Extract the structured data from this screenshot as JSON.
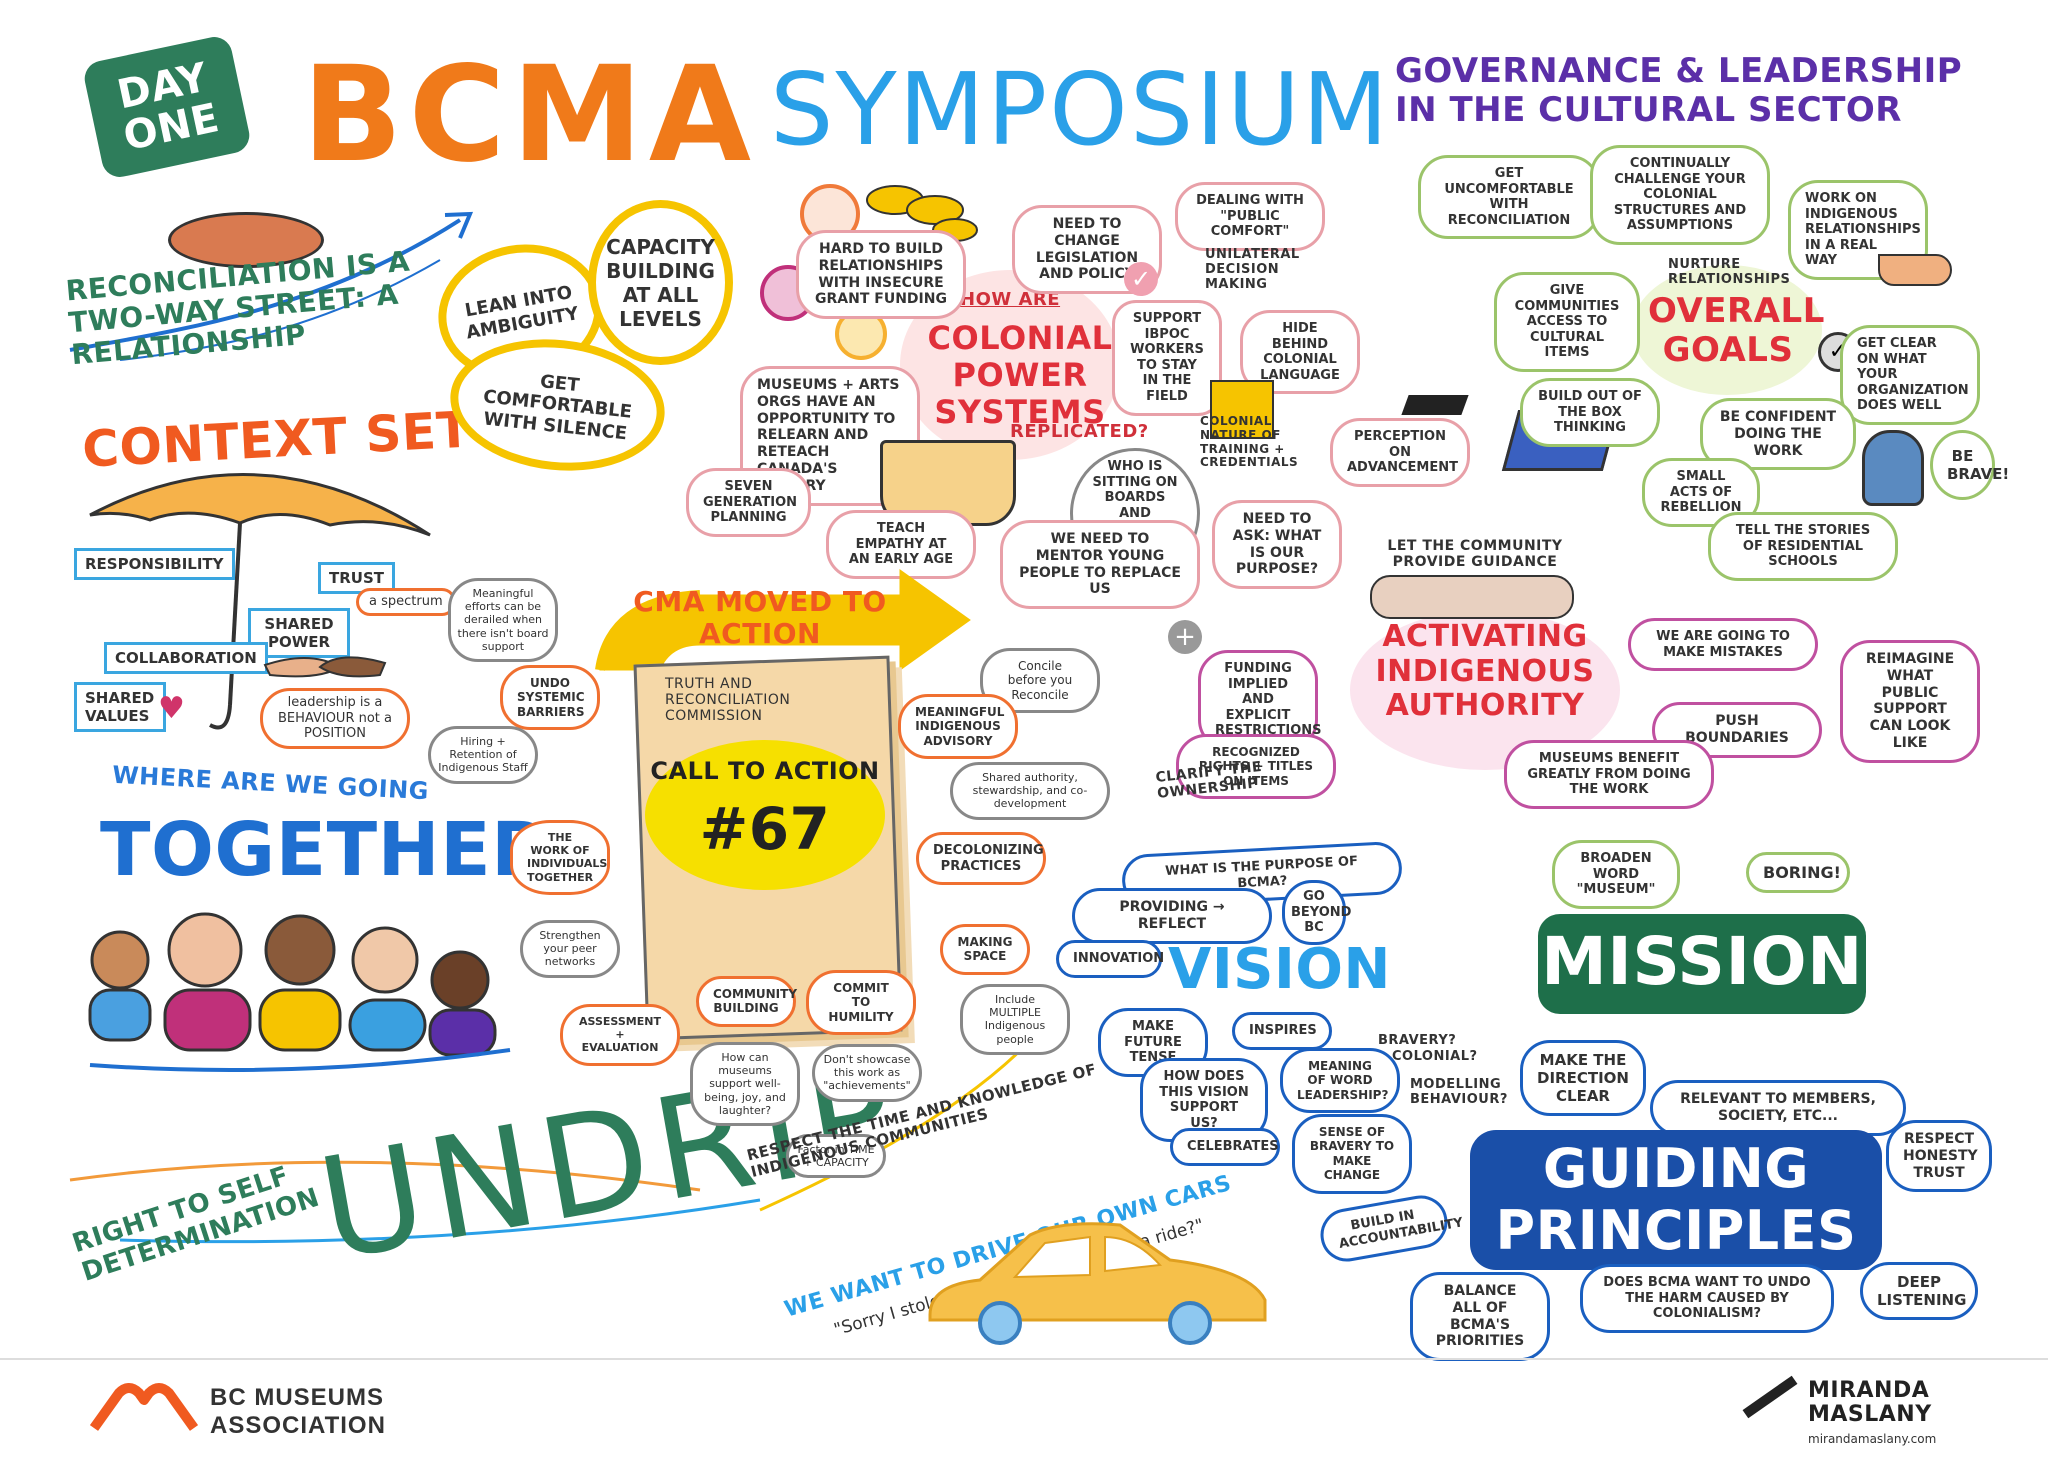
{
  "header": {
    "day_badge": "DAY ONE",
    "title_bcma": "BCMA",
    "title_symposium": "SYMPOSIUM",
    "subtitle": "GOVERNANCE & LEADERSHIP IN THE CULTURAL SECTOR"
  },
  "left": {
    "reconciliation": "RECONCILIATION IS A TWO-WAY STREET: A RELATIONSHIP",
    "context_setting": "CONTEXT SETTING",
    "umbrella_labels": {
      "responsibility": "RESPONSIBILITY",
      "trust": "TRUST",
      "a_spectrum": "a spectrum",
      "shared_power": "SHARED POWER",
      "collaboration": "COLLABORATION",
      "shared_values": "SHARED VALUES",
      "leadership": "leadership is a BEHAVIOUR not a POSITION"
    },
    "where_going": "WHERE ARE WE GOING",
    "together": "TOGETHER?",
    "undrip_side": "RIGHT TO SELF DETERMINATION",
    "undrip": "UNDRIP"
  },
  "yellow_circles": {
    "lean": "LEAN INTO AMBIGUITY",
    "capacity": "CAPACITY BUILDING AT ALL LEVELS",
    "silence": "GET COMFORTABLE WITH SILENCE"
  },
  "colonial": {
    "how_are": "HOW ARE",
    "title": "COLONIAL POWER SYSTEMS",
    "replicated": "REPLICATED?",
    "items": {
      "hard_build": "HARD TO BUILD RELATIONSHIPS WITH INSECURE GRANT FUNDING",
      "legislation": "NEED TO CHANGE LEGISLATION and POLICY",
      "public_comfort": "DEALING WITH \"PUBLIC COMFORT\"",
      "unilateral": "UNILATERAL DECISION MAKING",
      "support_ibpoc": "SUPPORT IBPOC WORKERS TO STAY IN THE FIELD",
      "hide": "HIDE BEHIND COLONIAL LANGUAGE",
      "nature_training": "COLONIAL NATURE OF TRAINING + CREDENTIALS",
      "perception": "PERCEPTION ON ADVANCEMENT",
      "museums_arts": "MUSEUMS + ARTS ORGS HAVE AN OPPORTUNITY TO RELEARN AND RETEACH Canada's HISTORY",
      "seven_gen": "SEVEN GENERATION PLANNING",
      "empathy": "TEACH EMPATHY AT AN EARLY AGE",
      "who_sitting": "WHO IS SITTING ON BOARDS AND HOLDING THIS POWER?",
      "mentor": "WE NEED TO MENTOR YOUNG PEOPLE TO REPLACE US",
      "purpose": "NEED TO ASK: WHAT IS OUR PURPOSE?"
    }
  },
  "goals": {
    "title": "OVERALL GOALS",
    "items": {
      "uncomfortable": "GET UNCOMFORTABLE WITH RECONCILIATION",
      "challenge": "CONTINUALLY CHALLENGE YOUR COLONIAL STRUCTURES AND ASSUMPTIONS",
      "indigenous_rel": "WORK ON INDIGENOUS RELATIONSHIPS IN A REAL WAY",
      "nurture": "NURTURE RELATIONSHIPS",
      "access": "GIVE COMMUNITIES ACCESS TO CULTURAL ITEMS",
      "clear": "GET CLEAR ON WHAT YOUR ORGANIZATION DOES WELL",
      "box": "BUILD OUT OF THE BOX THINKING",
      "confident": "BE CONFIDENT DOING THE WORK",
      "brave": "BE BRAVE!",
      "rebellion": "SMALL ACTS OF REBELLION",
      "stories": "TELL THE STORIES OF RESIDENTIAL SCHOOLS"
    }
  },
  "call_to_action": {
    "arrow_text": "CMA MOVED TO ACTION",
    "trc": "TRUTH AND RECONCILIATION COMMISSION",
    "title": "CALL TO ACTION",
    "number": "#67",
    "items": {
      "meaningful_efforts": "Meaningful efforts can be derailed when there isn't board support",
      "undo": "UNDO SYSTEMIC BARRIERS",
      "hiring": "Hiring + Retention of Indigenous Staff",
      "concile": "Concile before you Reconcile",
      "advisory": "MEANINGFUL INDIGENOUS ADVISORY",
      "shared_authority": "Shared authority, stewardship, and co-development",
      "work_individuals": "THE WORK OF INDIVIDUALS TOGETHER",
      "decolonizing": "DECOLONIZING PRACTICES",
      "peer": "Strengthen your peer networks",
      "making_space": "MAKING SPACE",
      "multiple": "Include MULTIPLE Indigenous people",
      "assessment": "ASSESSMENT + EVALUATION",
      "community_building": "COMMUNITY BUILDING",
      "humility": "COMMIT TO HUMILITY",
      "museums_support": "How can museums support well-being, joy, and laughter?",
      "showcase": "Don't showcase this work as \"achievements\"",
      "factor": "Factor in TIME + CAPACITY"
    }
  },
  "indigenous_authority": {
    "title": "ACTIVATING INDIGENOUS AUTHORITY",
    "items": {
      "let_community": "LET THE COMMUNITY PROVIDE GUIDANCE",
      "funding": "FUNDING IMPLIED AND EXPLICIT RESTRICTIONS",
      "mistakes": "WE ARE GOING TO MAKE MISTAKES",
      "reimagine": "REIMAGINE WHAT PUBLIC SUPPORT CAN LOOK LIKE",
      "push": "PUSH BOUNDARIES",
      "rights": "RECOGNIZED RIGHTS + TITLES ON ITEMS",
      "benefit": "MUSEUMS BENEFIT GREATLY FROM DOING THE WORK",
      "ownership": "CLARIFY THE OWNERSHIP"
    }
  },
  "vision": {
    "title": "VISION",
    "items": {
      "purpose": "WHAT IS THE PURPOSE OF BCMA?",
      "providing": "PROVIDING → REFLECT",
      "beyond": "GO BEYOND BC",
      "innovation": "INNOVATION",
      "future": "MAKE FUTURE TENSE",
      "inspires": "INSPIRES",
      "support_us": "HOW DOES THIS VISION SUPPORT US?",
      "meaning": "MEANING OF WORD LEADERSHIP?",
      "bravery": "BRAVERY?",
      "colonial": "COLONIAL?",
      "modelling": "MODELLING BEHAVIOUR?",
      "sense": "SENSE OF BRAVERY TO MAKE CHANGE",
      "celebrates": "CELEBRATES"
    }
  },
  "mission": {
    "title": "MISSION",
    "broaden": "BROADEN WORD \"MUSEUM\"",
    "boring": "BORING!"
  },
  "guiding": {
    "title": "GUIDING PRINCIPLES",
    "items": {
      "direction": "MAKE THE DIRECTION CLEAR",
      "relevant": "RELEVANT TO MEMBERS, SOCIETY, ETC...",
      "respect": "RESPECT HONESTY TRUST",
      "accountability": "BUILD IN ACCOUNTABILITY",
      "balance": "BALANCE ALL OF BCMA'S PRIORITIES",
      "undo_harm": "DOES BCMA WANT TO UNDO THE HARM CAUSED BY COLONIALISM?",
      "listening": "DEEP LISTENING"
    }
  },
  "bottom": {
    "respect_time": "RESPECT THE TIME AND KNOWLEDGE OF INDIGENOUS COMMUNITIES",
    "drive_cars": "WE WANT TO DRIVE OUR OWN CARS",
    "sorry": "\"Sorry I stole your car would you like a ride?\""
  },
  "footer": {
    "logo_line1": "BC MUSEUMS",
    "logo_line2": "ASSOCIATION",
    "artist_line1": "MIRANDA",
    "artist_line2": "MASLANY",
    "artist_url": "mirandamaslany.com"
  },
  "colors": {
    "orange": "#f07a1a",
    "blue": "#2aa0e8",
    "purple": "#5b2fa8",
    "green": "#2e7d5b",
    "dark_blue": "#1a5fc0",
    "yellow": "#f6c400"
  }
}
